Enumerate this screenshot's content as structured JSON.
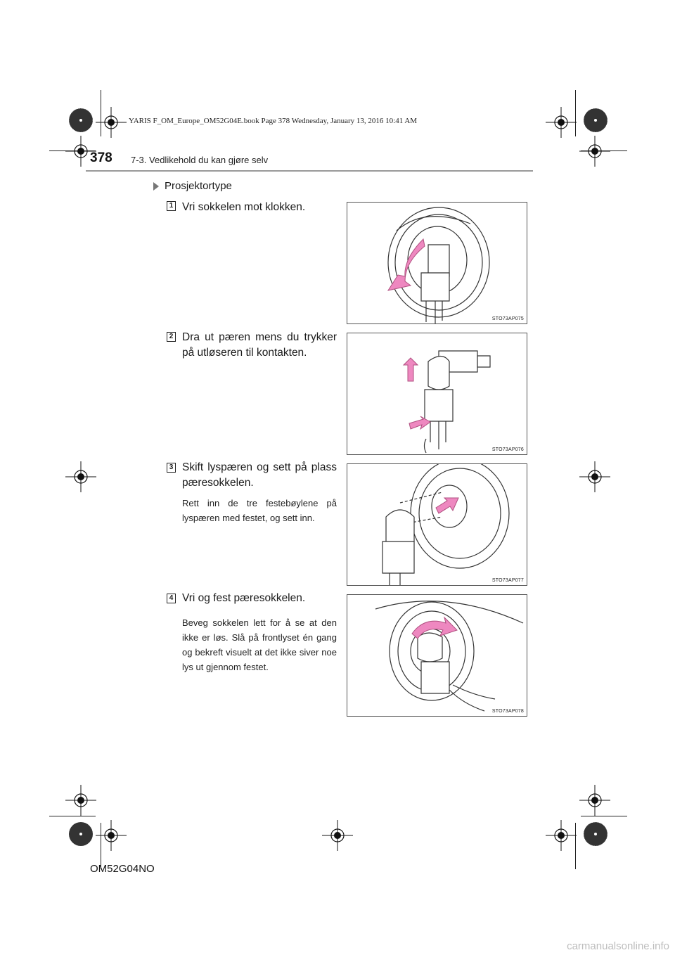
{
  "print_header": "YARIS F_OM_Europe_OM52G04E.book  Page 378  Wednesday, January 13, 2016  10:41 AM",
  "page_number": "378",
  "section_title": "7-3. Vedlikehold du kan gjøre selv",
  "subheading": "Prosjektortype",
  "steps": [
    {
      "number": "1",
      "text": "Vri sokkelen mot klokken.",
      "note": "",
      "figure_code": "STO73AP075"
    },
    {
      "number": "2",
      "text": "Dra ut pæren mens du trykker på utløseren til kontakten.",
      "note": "",
      "figure_code": "STO73AP076"
    },
    {
      "number": "3",
      "text": "Skift lyspæren og sett på plass pæresokkelen.",
      "note": "Rett inn de tre festebøylene på lyspæren med festet, og sett inn.",
      "figure_code": "STO73AP077"
    },
    {
      "number": "4",
      "text": "Vri og fest pæresokkelen.",
      "note": "Beveg sokkelen lett for å se at den ikke er løs. Slå på frontlyset én gang og bekreft visuelt at det ikke siver noe lys ut gjennom festet.",
      "figure_code": "STO73AP078"
    }
  ],
  "footer_code": "OM52G04NO",
  "watermark": "carmanualsonline.info",
  "colors": {
    "arrow": "#ee88c0",
    "text": "#1a1a1a",
    "rule": "#9a9a9a"
  }
}
